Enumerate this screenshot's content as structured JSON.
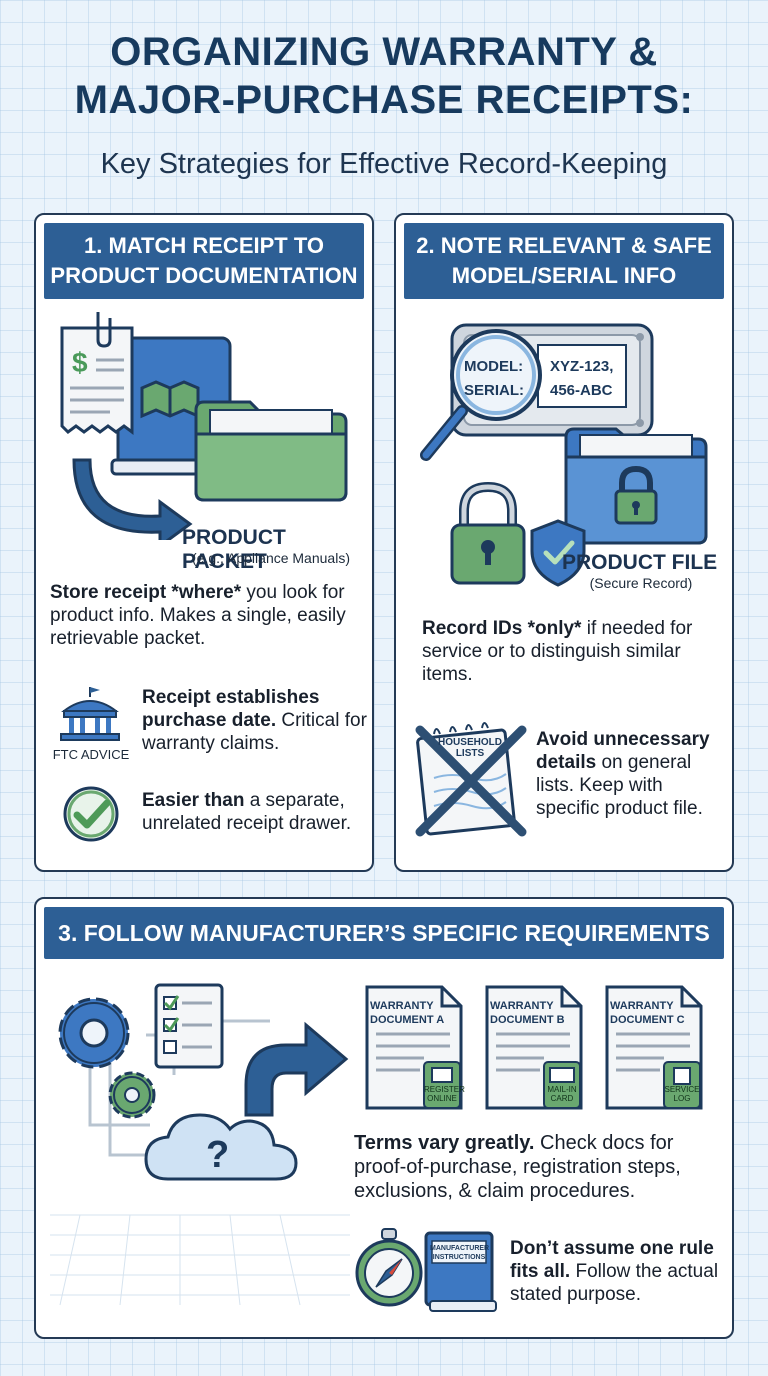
{
  "header": {
    "title_line1": "ORGANIZING WARRANTY &",
    "title_line2": "MAJOR-PURCHASE RECEIPTS:",
    "subtitle": "Key Strategies for Effective Record-Keeping"
  },
  "section1": {
    "heading_line1": "1. MATCH RECEIPT TO",
    "heading_line2": "PRODUCT DOCUMENTATION",
    "receipt_symbol": "$",
    "packet_label": "PRODUCT PACKET",
    "packet_sub": "(e.g., Appliance Manuals)",
    "point1_bold": "Store receipt *where*",
    "point1_rest": " you look for product info. Makes a single, easily retrievable packet.",
    "point2_bold": "Receipt establishes purchase date.",
    "point2_rest": " Critical for warranty claims.",
    "ftc_label": "FTC ADVICE",
    "point3_bold": "Easier than",
    "point3_rest": " a separate, unrelated receipt drawer."
  },
  "section2": {
    "heading_line1": "2. NOTE RELEVANT & SAFE",
    "heading_line2": "MODEL/SERIAL INFO",
    "model_label": "MODEL:",
    "serial_label": "SERIAL:",
    "model_value": "XYZ-123,",
    "serial_value": "456-ABC",
    "file_label": "PRODUCT FILE",
    "file_sub": "(Secure Record)",
    "point1_bold": "Record IDs *only*",
    "point1_rest": " if needed for service or to distinguish similar items.",
    "notepad_label_1": "HOUSEHOLD",
    "notepad_label_2": "LISTS",
    "point2_bold": "Avoid unnecessary details",
    "point2_rest": " on general lists. Keep with specific product file."
  },
  "section3": {
    "heading": "3. FOLLOW MANUFACTURER’S SPECIFIC REQUIREMENTS",
    "cloud_symbol": "?",
    "docs": [
      {
        "line1": "WARRANTY",
        "line2": "DOCUMENT A",
        "badge1": "REGISTER",
        "badge2": "ONLINE"
      },
      {
        "line1": "WARRANTY",
        "line2": "DOCUMENT B",
        "badge1": "MAIL-IN",
        "badge2": "CARD"
      },
      {
        "line1": "WARRANTY",
        "line2": "DOCUMENT C",
        "badge1": "SERVICE",
        "badge2": "LOG"
      }
    ],
    "point1_bold": "Terms vary greatly.",
    "point1_rest": " Check docs for proof-of-purchase, registration steps, exclusions, & claim procedures.",
    "book_label_1": "MANUFACTURER",
    "book_label_2": "INSTRUCTIONS",
    "point2_bold": "Don’t assume one rule fits all.",
    "point2_rest": " Follow the actual stated purpose."
  },
  "colors": {
    "navy": "#173a5e",
    "bar_blue": "#2d5f95",
    "green": "#6aa870",
    "light_blue": "#8ab6e0"
  },
  "icons": [
    "receipt-icon",
    "book-icon",
    "folder-icon",
    "arrow-icon",
    "courthouse-icon",
    "checkmark-icon",
    "magnifier-icon",
    "padlock-icon",
    "shield-icon",
    "notepad-icon",
    "gear-icon",
    "checklist-icon",
    "cloud-icon",
    "document-icon",
    "compass-icon"
  ]
}
